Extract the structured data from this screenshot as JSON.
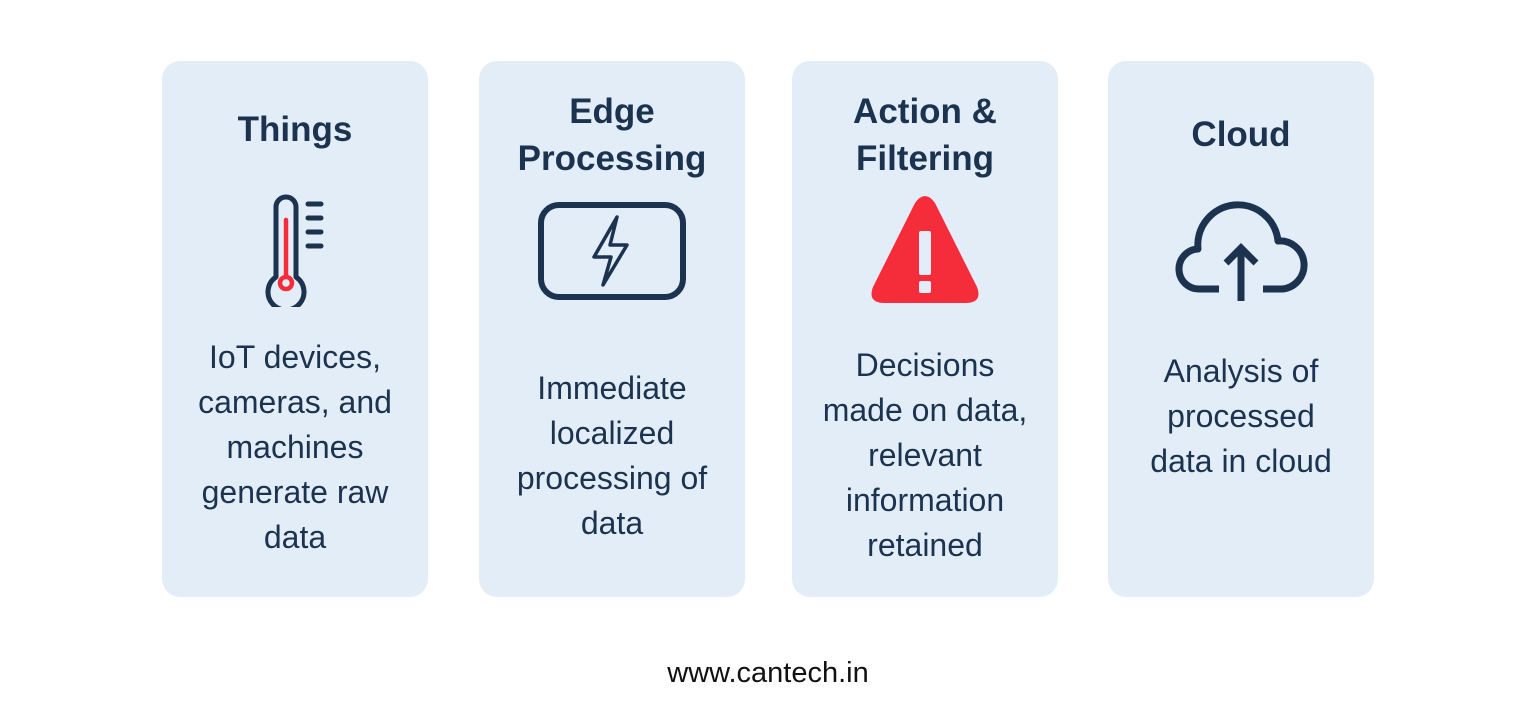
{
  "colors": {
    "card_bg": "#e3edf7",
    "text": "#1c3350",
    "accent_red": "#f52d3a",
    "background": "#ffffff"
  },
  "cards": [
    {
      "title": "Things",
      "icon": "thermometer-icon",
      "description": "IoT devices,\ncameras, and\nmachines\ngenerate raw\ndata"
    },
    {
      "title": "Edge\nProcessing",
      "icon": "battery-bolt-icon",
      "description": "Immediate\nlocalized\nprocessing of\ndata"
    },
    {
      "title": "Action &\nFiltering",
      "icon": "warning-triangle-icon",
      "description": "Decisions\nmade on data,\nrelevant\ninformation\nretained"
    },
    {
      "title": "Cloud",
      "icon": "cloud-upload-icon",
      "description": "Analysis of\nprocessed\ndata in cloud"
    }
  ],
  "footer": {
    "url_text": "www.cantech.in"
  }
}
